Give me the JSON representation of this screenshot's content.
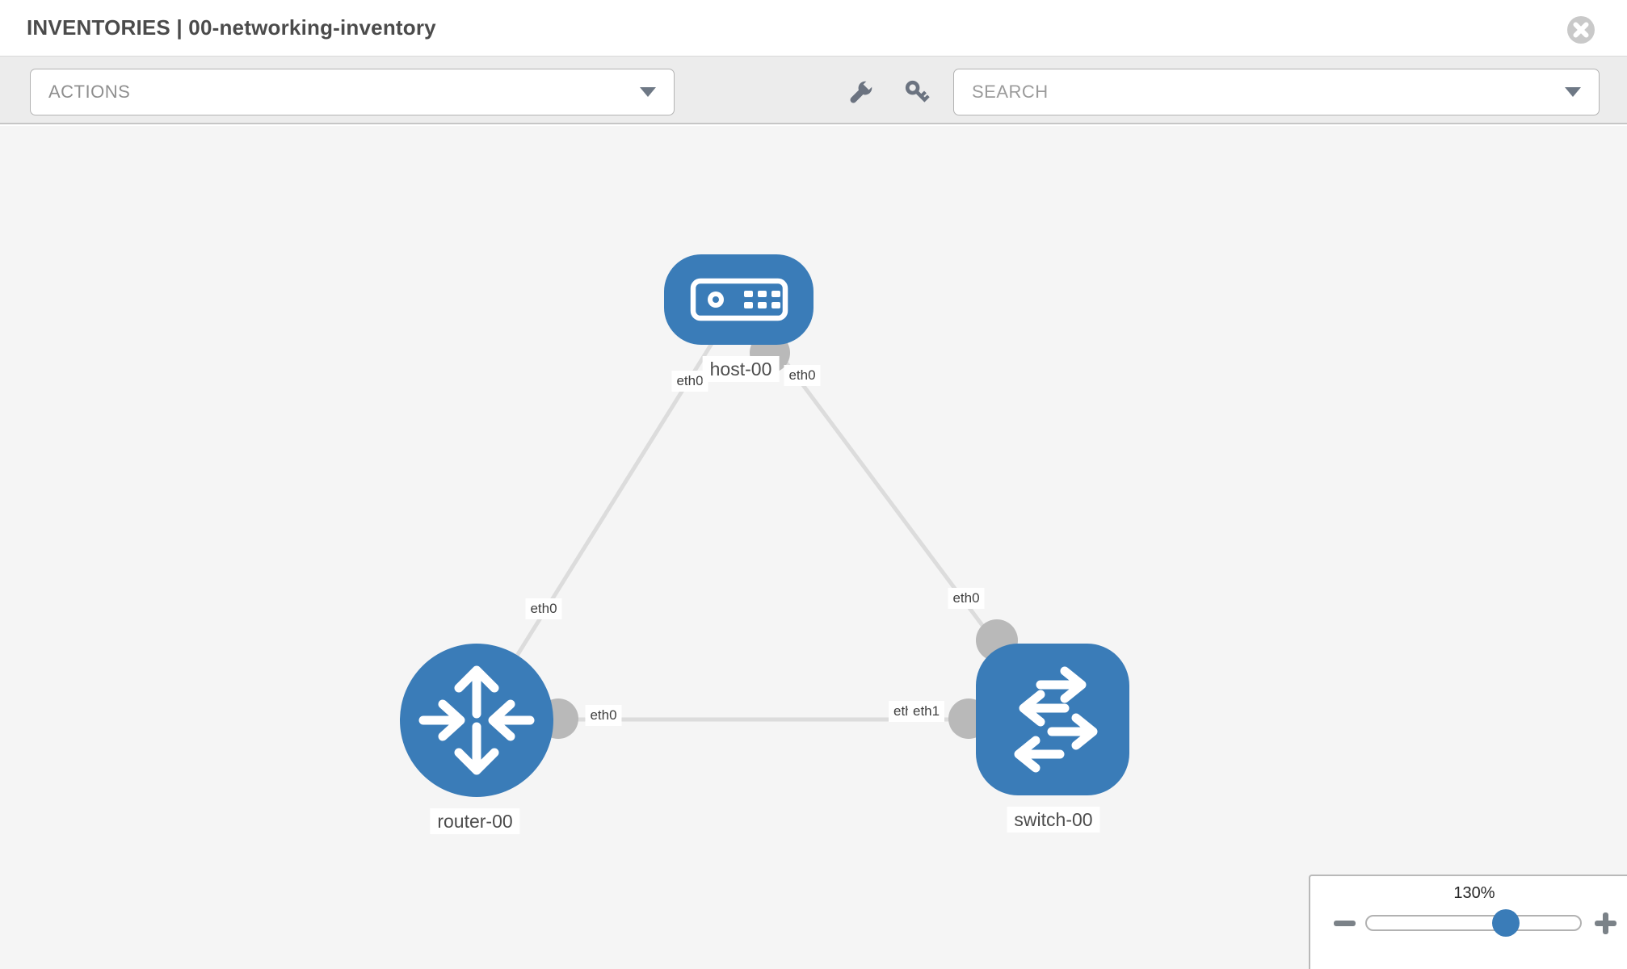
{
  "header": {
    "title": "INVENTORIES | 00-networking-inventory"
  },
  "toolbar": {
    "actions_label": "ACTIONS",
    "search_placeholder": "SEARCH"
  },
  "topology": {
    "nodes": [
      {
        "id": "host-00",
        "type": "host",
        "label": "host-00"
      },
      {
        "id": "router-00",
        "type": "router",
        "label": "router-00"
      },
      {
        "id": "switch-00",
        "type": "switch",
        "label": "switch-00"
      }
    ],
    "links": [
      {
        "from": "host-00",
        "to": "router-00",
        "from_iface": "eth0",
        "to_iface": "eth0"
      },
      {
        "from": "host-00",
        "to": "switch-00",
        "from_iface": "eth0",
        "to_iface": "eth0"
      },
      {
        "from": "router-00",
        "to": "switch-00",
        "from_iface": "eth0",
        "to_iface": "eth1"
      }
    ],
    "labels": {
      "host": "host-00",
      "router": "router-00",
      "switch": "switch-00",
      "host_left_iface": "eth0",
      "host_right_iface": "eth0",
      "link_host_router_iface": "eth0",
      "link_host_switch_iface": "eth0",
      "router_right_iface": "eth0",
      "switch_left_back_iface": "eth0",
      "switch_left_front_iface": "eth1"
    }
  },
  "zoom_widget": {
    "level": "130%"
  },
  "colors": {
    "accent": "#3a7cb8",
    "link": "#dcdcdc",
    "interface_dot": "#b9b9b9"
  }
}
